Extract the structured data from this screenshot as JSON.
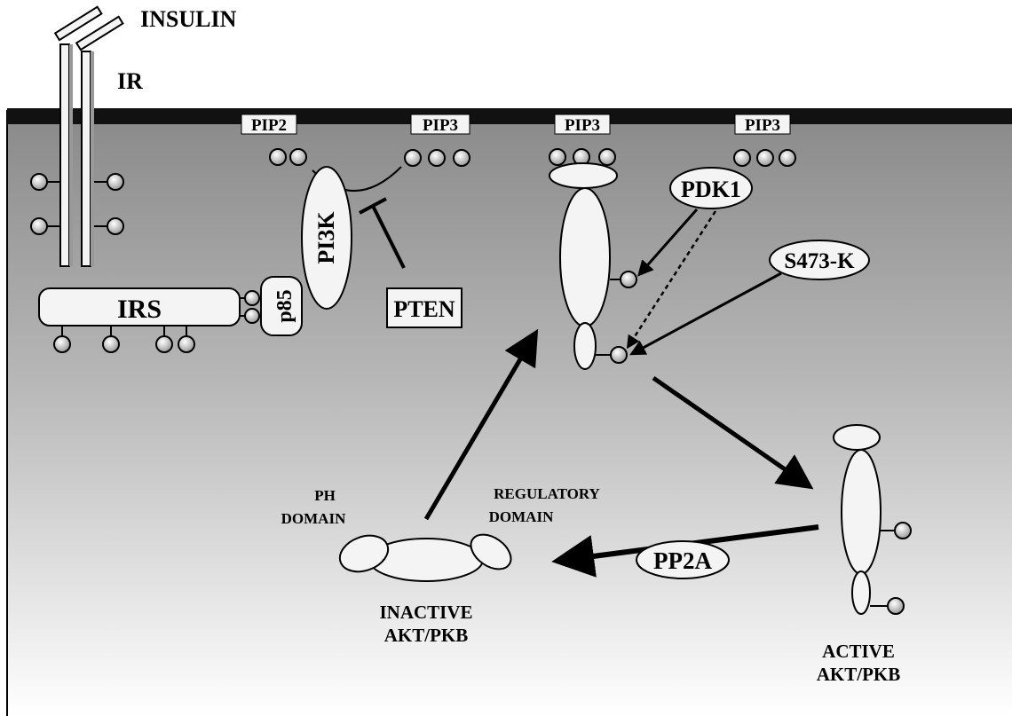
{
  "labels": {
    "insulin": "INSULIN",
    "ir": "IR",
    "pip2": "PIP2",
    "pip3": "PIP3",
    "irs": "IRS",
    "p85": "p85",
    "pi3k": "PI3K",
    "pten": "PTEN",
    "pdk1": "PDK1",
    "s473k": "S473-K",
    "pp2a": "PP2A",
    "ph_domain": [
      "PH",
      "DOMAIN"
    ],
    "regulatory_domain": [
      "REGULATORY",
      "DOMAIN"
    ],
    "inactive": [
      "INACTIVE",
      "AKT/PKB"
    ],
    "active": [
      "ACTIVE",
      "AKT/PKB"
    ]
  },
  "colors": {
    "membrane": "#111111",
    "cytoplasm_top": "#8a8a8a",
    "cytoplasm_bottom": "#ffffff",
    "shape_fill": "#f4f4f4",
    "phospho": "#bdbdbd",
    "stroke": "#000000"
  }
}
